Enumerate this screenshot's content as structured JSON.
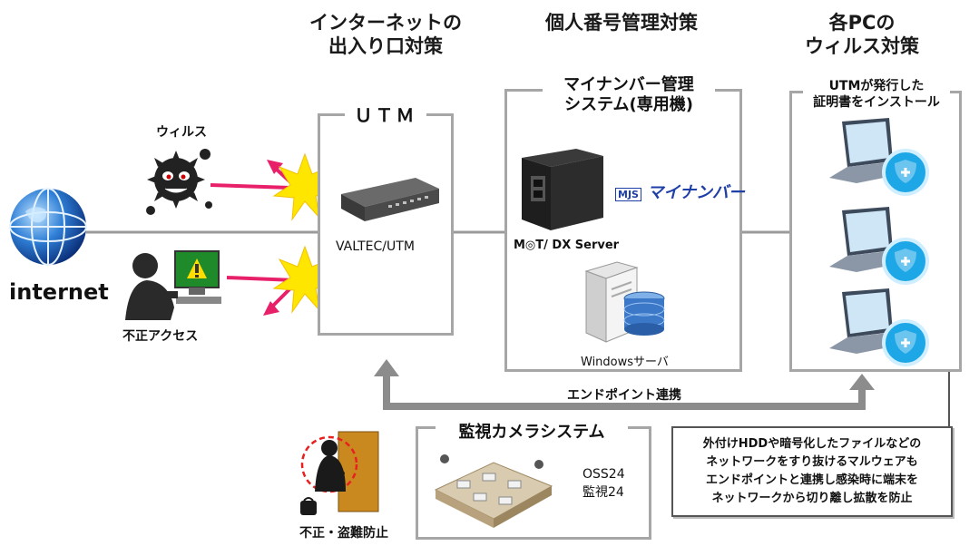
{
  "headings": {
    "internet_measures": [
      "インターネットの",
      "出入り口対策"
    ],
    "mynumber_measures": "個人番号管理対策",
    "pc_virus_measures": [
      "各PCの",
      "ウィルス対策"
    ]
  },
  "left": {
    "internet_label": "internet",
    "virus_label": "ウィルス",
    "unauthorized_label": "不正アクセス"
  },
  "utm_box": {
    "title": "ＵＴＭ",
    "device_label": "VALTEC/UTM"
  },
  "mynumber_box": {
    "title": [
      "マイナンバー管理",
      "システム(専用機)"
    ],
    "mjs_logo": "マイナンバー",
    "mjs_prefix": "MJS",
    "server_label": "M◎T/ DX Server",
    "windows_label": "Windowsサーバ"
  },
  "pc_box": {
    "title": [
      "UTMが発行した",
      "証明書をインストール"
    ]
  },
  "endpoint_label": "エンドポイント連携",
  "camera_box": {
    "title": "監視カメラシステム",
    "product1": "OSS24",
    "product2": "監視24"
  },
  "theft_label": "不正・盗難防止",
  "note": [
    "外付けHDDや暗号化したファイルなどの",
    "ネットワークをすり抜けるマルウェアも",
    "エンドポイントと連携し感染時に端末を",
    "ネットワークから切り離し拡散を防止"
  ],
  "colors": {
    "box_border": "#a6a6a6",
    "arrow_gray": "#8c8c8c",
    "attack_pink": "#e8206a",
    "burst_yellow": "#ffe600",
    "burst_red": "#e82020",
    "shield_blue": "#1ea7e6"
  }
}
